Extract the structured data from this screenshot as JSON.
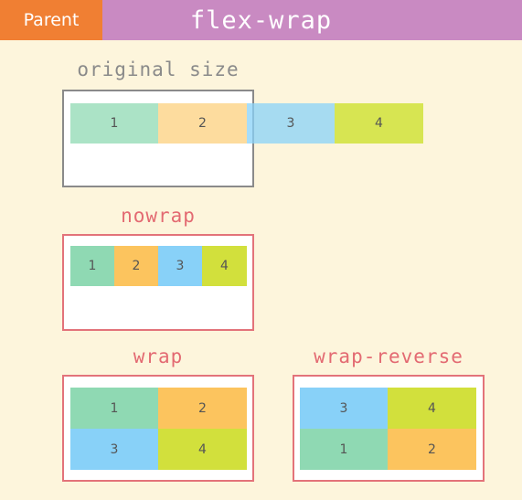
{
  "header": {
    "parent_label": "Parent",
    "title": "flex-wrap",
    "colors": {
      "parent_tag": "#f07f33",
      "title_bar": "#c98ac2"
    }
  },
  "sections": {
    "original": {
      "label": "original size",
      "items": [
        "1",
        "2",
        "3",
        "4"
      ]
    },
    "nowrap": {
      "label": "nowrap",
      "items": [
        "1",
        "2",
        "3",
        "4"
      ]
    },
    "wrap": {
      "label": "wrap",
      "items": [
        "1",
        "2",
        "3",
        "4"
      ]
    },
    "wrap_reverse": {
      "label": "wrap-reverse",
      "items": [
        "3",
        "4",
        "1",
        "2"
      ]
    }
  },
  "item_colors": {
    "1": "#8fd9b3",
    "2": "#fcc45e",
    "3": "#88d1f8",
    "4": "#d2e03c"
  }
}
